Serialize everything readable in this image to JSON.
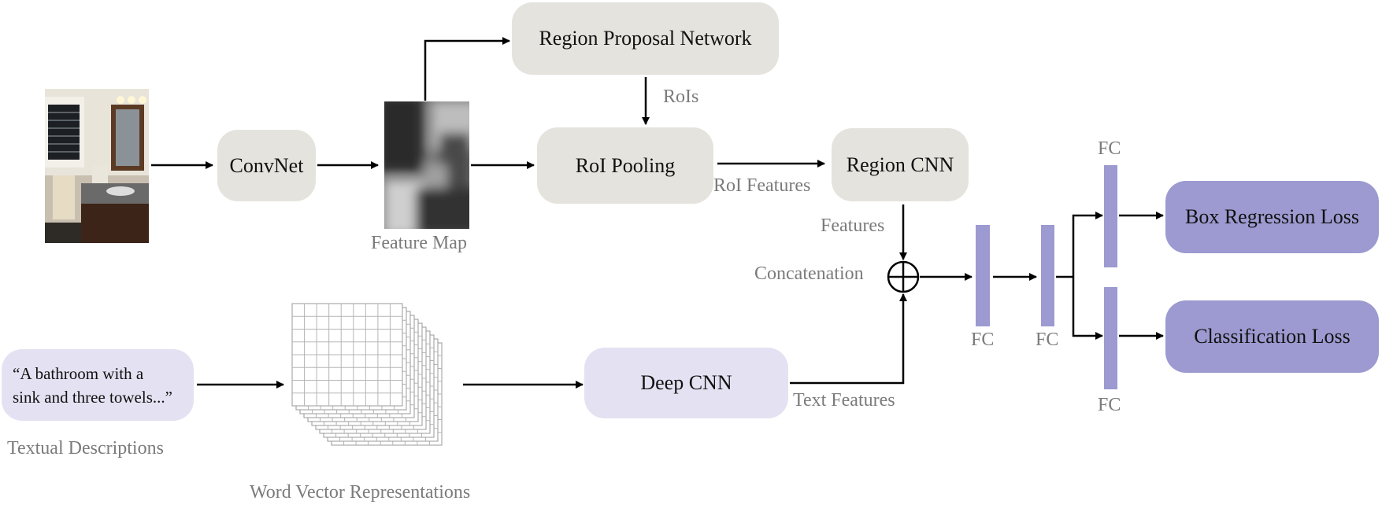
{
  "nodes": {
    "region_proposal_network": "Region Proposal Network",
    "convnet": "ConvNet",
    "roi_pooling": "RoI Pooling",
    "region_cnn": "Region CNN",
    "deep_cnn": "Deep CNN",
    "box_regression_loss": "Box Regression Loss",
    "classification_loss": "Classification Loss",
    "text_input_line1": "“A bathroom with a",
    "text_input_line2": "sink and three towels...”"
  },
  "labels": {
    "rois": "RoIs",
    "feature_map": "Feature Map",
    "roi_features": "RoI Features",
    "features": "Features",
    "concatenation": "Concatenation",
    "text_features": "Text Features",
    "textual_descriptions": "Textual Descriptions",
    "word_vector_representations": "Word Vector Representations",
    "fc": "FC"
  },
  "colors": {
    "box_gray": "#e5e3dd",
    "box_lavender": "#e4e2f2",
    "box_purple": "#9c9ad0",
    "label_gray": "#7b7b7b",
    "arrow": "#000000"
  }
}
